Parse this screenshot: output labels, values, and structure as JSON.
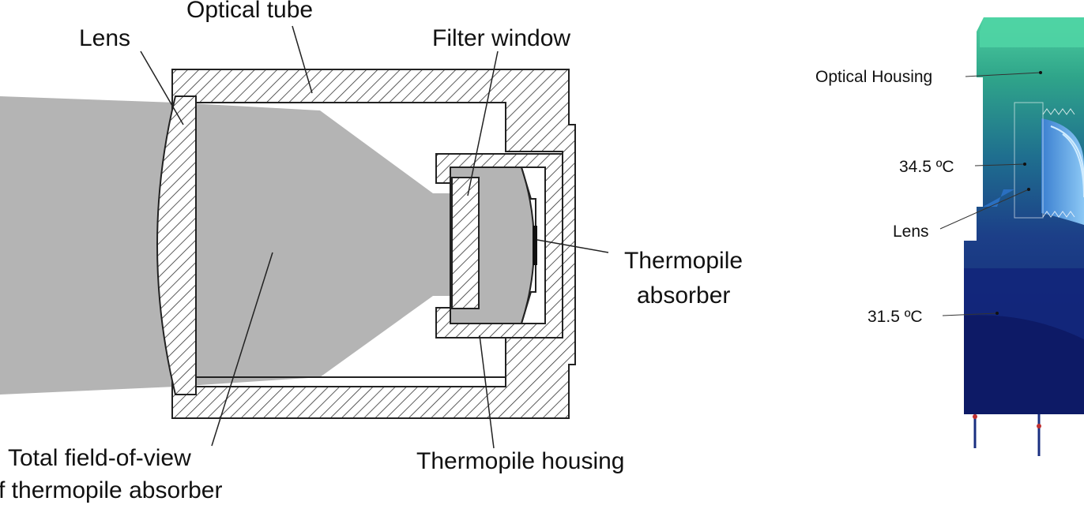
{
  "left_diagram": {
    "labels": {
      "optical_tube": "Optical tube",
      "lens": "Lens",
      "filter_window": "Filter window",
      "thermopile_absorber_1": "Thermopile",
      "thermopile_absorber_2": "absorber",
      "fov_1": "Total field-of-view",
      "fov_2": "f thermopile absorber",
      "thermopile_housing": "Thermopile housing"
    }
  },
  "right_diagram": {
    "labels": {
      "optical_housing": "Optical Housing",
      "temp_high": "34.5 ºC",
      "lens": "Lens",
      "temp_low": "31.5 ºC"
    }
  },
  "colors": {
    "hatch": "#333333",
    "fov_gray": "#b4b4b4",
    "housing_top": "#3fbf8f",
    "housing_mid": "#1f6f8f",
    "body_dark": "#1a2f80",
    "body_darker": "#10206a",
    "lens_light": "#5aa0e0"
  }
}
